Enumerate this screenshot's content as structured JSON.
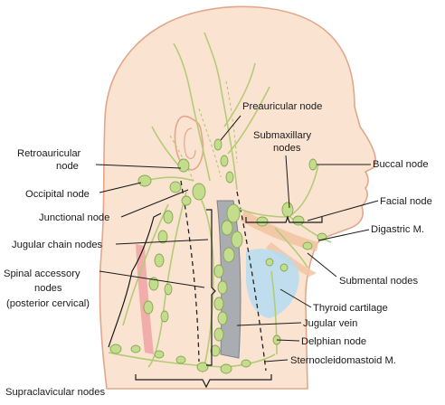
{
  "labels": {
    "preauricular": "Preauricular node",
    "retroauricular_1": "Retroauricular",
    "retroauricular_2": "node",
    "submaxillary_1": "Submaxillary",
    "submaxillary_2": "nodes",
    "buccal": "Buccal node",
    "occipital": "Occipital node",
    "facial": "Facial node",
    "junctional": "Junctional node",
    "digastric": "Digastric M.",
    "jugular_chain": "Jugular chain nodes",
    "spinal_1": "Spinal accessory",
    "spinal_2": "nodes",
    "spinal_3": "(posterior cervical)",
    "submental": "Submental nodes",
    "thyroid": "Thyroid cartilage",
    "jugular_vein": "Jugular vein",
    "delphian": "Delphian node",
    "sternocleido": "Sternocleidomastoid M.",
    "supraclavicular": "Supraclavicular nodes"
  },
  "colors": {
    "skin": "#fbe3d2",
    "skin_outline": "#e2a78a",
    "lymph_node": "#c4dc8e",
    "lymph_outline": "#86a94f",
    "vessel": "#b3cc76",
    "jugular_vein": "#a9acb0",
    "thyroid": "#b8dcef",
    "digastric": "#f2c4a2",
    "muscle_red": "#ef9f9f"
  }
}
